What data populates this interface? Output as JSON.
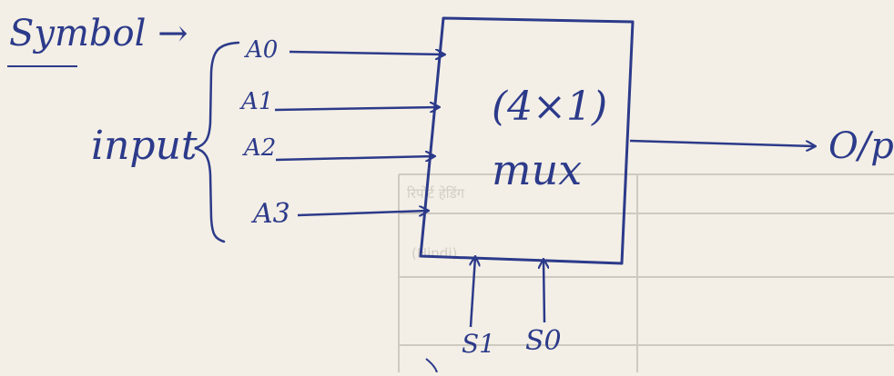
{
  "symbol_label": "Symbol →",
  "input_label": "input",
  "inputs": [
    "A0",
    "A1",
    "A2",
    "A3"
  ],
  "block": {
    "size_label": "(4×1)",
    "name": "mux"
  },
  "selects": [
    "S1",
    "S0"
  ],
  "output_label": "O/p",
  "background_print": {
    "column_header": "रिपोर्ट हेडिंग",
    "cell_text": "(Hindi)"
  },
  "colors": {
    "ink": "#2c3a8a",
    "paper": "#f3efe6",
    "bleed_lines": "#c9c4b9"
  }
}
